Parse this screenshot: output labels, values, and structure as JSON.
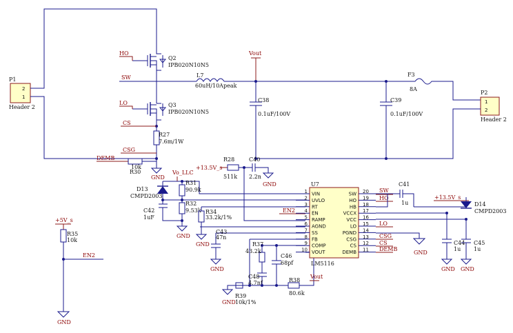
{
  "connectors": {
    "p1": {
      "ref": "P1",
      "name": "Header 2",
      "pins": [
        "2",
        "1"
      ]
    },
    "p2": {
      "ref": "P2",
      "name": "Header 2",
      "pins": [
        "1",
        "2"
      ]
    }
  },
  "transistors": {
    "q2": {
      "ref": "Q2",
      "part": "IPB020N10N5"
    },
    "q3": {
      "ref": "Q3",
      "part": "IPB020N10N5"
    }
  },
  "passives": {
    "l7": {
      "ref": "L7",
      "value": "60uH/10Apeak"
    },
    "f3": {
      "ref": "F3",
      "value": "8A"
    },
    "c38": {
      "ref": "C38",
      "value": "0.1uF/100V"
    },
    "c39": {
      "ref": "C39",
      "value": "0.1uF/100V"
    },
    "r27": {
      "ref": "R27",
      "value": "7.6m/1W"
    },
    "r30": {
      "ref": "R30",
      "value": "10k"
    },
    "r28": {
      "ref": "R28",
      "value": "511k"
    },
    "c40": {
      "ref": "C40",
      "value": "2.2n"
    },
    "r31": {
      "ref": "R31",
      "value": "90.9k"
    },
    "r32": {
      "ref": "R32",
      "value": "9.53k"
    },
    "r34": {
      "ref": "R34",
      "value": "33.2k/1%"
    },
    "c42": {
      "ref": "C42",
      "value": "1uF"
    },
    "c43": {
      "ref": "C43",
      "value": "47n"
    },
    "r37": {
      "ref": "R37",
      "value": "43.2k"
    },
    "c46": {
      "ref": "C46",
      "value": "68pf"
    },
    "c48": {
      "ref": "C48",
      "value": "4.7nf"
    },
    "r38": {
      "ref": "R38",
      "value": "80.6k"
    },
    "r39": {
      "ref": "R39",
      "value": "10k/1%"
    },
    "c41": {
      "ref": "C41",
      "value": "1u"
    },
    "c44": {
      "ref": "C44",
      "value": "1u"
    },
    "c45": {
      "ref": "C45",
      "value": "1u"
    },
    "r35": {
      "ref": "R35",
      "value": "10k"
    }
  },
  "diodes": {
    "d13": {
      "ref": "D13",
      "part": "CMPD2003"
    },
    "d14": {
      "ref": "D14",
      "part": "CMPD2003"
    }
  },
  "ic": {
    "ref": "U7",
    "part": "LM5116",
    "left_pins": [
      {
        "num": "1",
        "name": "VIN"
      },
      {
        "num": "2",
        "name": "UVLO"
      },
      {
        "num": "3",
        "name": "RT"
      },
      {
        "num": "4",
        "name": "EN"
      },
      {
        "num": "5",
        "name": "RAMP"
      },
      {
        "num": "6",
        "name": "AGND"
      },
      {
        "num": "7",
        "name": "SS"
      },
      {
        "num": "8",
        "name": "FB"
      },
      {
        "num": "9",
        "name": "COMP"
      },
      {
        "num": "10",
        "name": "VOUT"
      }
    ],
    "right_pins": [
      {
        "num": "20",
        "name": "SW"
      },
      {
        "num": "19",
        "name": "HO"
      },
      {
        "num": "18",
        "name": "HB"
      },
      {
        "num": "17",
        "name": "VCCX"
      },
      {
        "num": "16",
        "name": "VCC"
      },
      {
        "num": "15",
        "name": "LO"
      },
      {
        "num": "14",
        "name": "PGND"
      },
      {
        "num": "13",
        "name": "CSG"
      },
      {
        "num": "12",
        "name": "CS"
      },
      {
        "num": "11",
        "name": "DEMB"
      }
    ]
  },
  "nets": {
    "ho": "HO",
    "sw": "SW",
    "lo": "LO",
    "cs": "CS",
    "csg": "CSG",
    "demb": "DEMB",
    "vout": "Vout",
    "vo_llc": "Vo_LLC",
    "v13": "+13.5V_s",
    "v13b": "+13.5V_s",
    "v5": "+5V_s",
    "en2": "EN2",
    "en2b": "EN2",
    "sw_r": "SW",
    "ho_r": "HO",
    "lo_r": "LO",
    "csg_r": "CSG",
    "cs_r": "CS",
    "demb_r": "DEMB",
    "vout_b": "Vout"
  },
  "gnd_label": "GND"
}
